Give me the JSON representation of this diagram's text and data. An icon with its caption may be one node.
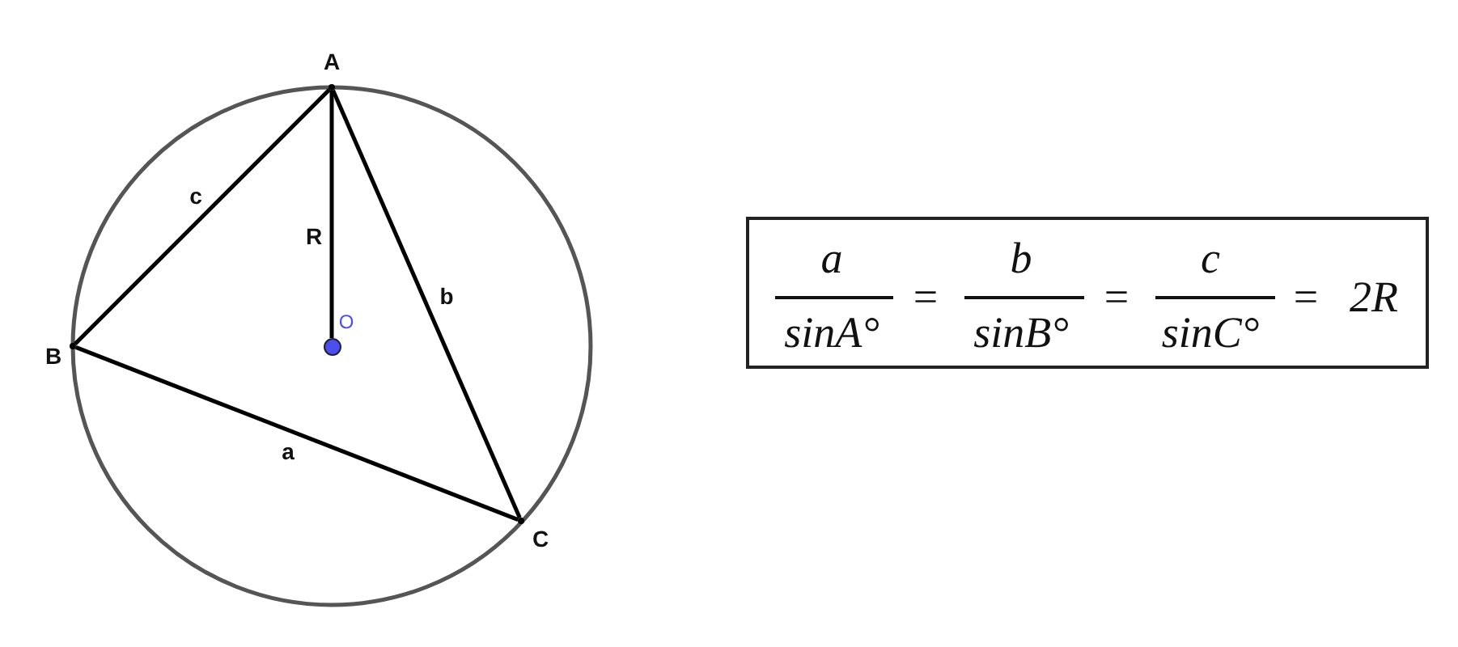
{
  "diagram": {
    "nodes": [
      {
        "text": [],
        "shape": "point",
        "beside": [
          "A"
        ]
      },
      {
        "text": [],
        "shape": "point",
        "beside": [
          "B"
        ]
      },
      {
        "text": [],
        "shape": "point",
        "beside": [
          "C"
        ]
      },
      {
        "text": [],
        "shape": "circle",
        "beside": [
          "O"
        ]
      },
      {
        "text": [
          "a",
          "sinA°",
          "=",
          "b",
          "sinB°",
          "=",
          "c",
          "sinC°",
          "=",
          "2R"
        ]
      }
    ],
    "edges": [
      {
        "from": 0,
        "to": 1,
        "arrow": "none",
        "label": "c"
      },
      {
        "from": 0,
        "to": 2,
        "arrow": "none",
        "label": "b"
      },
      {
        "from": 1,
        "to": 2,
        "arrow": "none",
        "label": "a"
      },
      {
        "from": 0,
        "to": 3,
        "arrow": "none",
        "label": "R"
      }
    ]
  }
}
